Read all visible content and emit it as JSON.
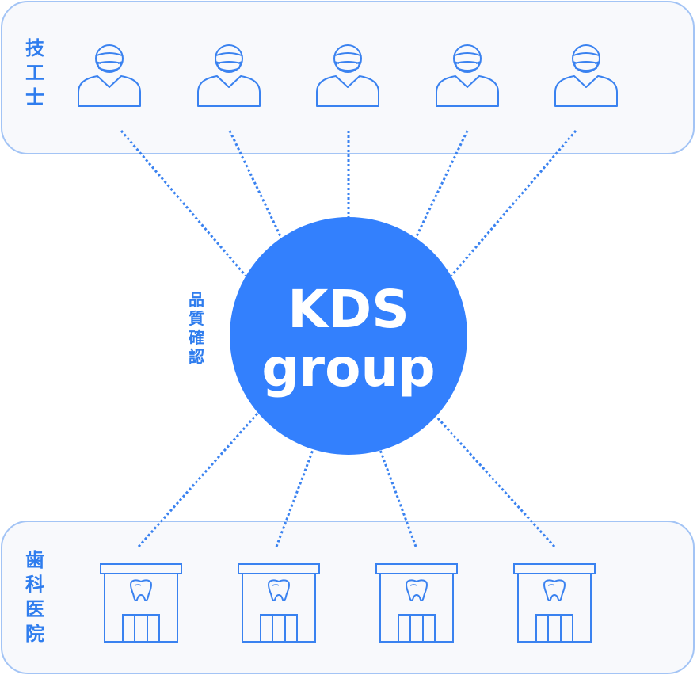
{
  "technicians": {
    "label": [
      "技",
      "工",
      "士"
    ],
    "count": 5,
    "icon": "masked-person-icon"
  },
  "clinics": {
    "label": [
      "歯",
      "科",
      "医",
      "院"
    ],
    "count": 4,
    "icon": "dental-clinic-icon"
  },
  "quality": {
    "label": [
      "品",
      "質",
      "確",
      "認"
    ]
  },
  "hub": {
    "line1": "KDS",
    "line2": "group"
  },
  "colors": {
    "accent": "#3380fd",
    "line": "#3a82f0",
    "panel_border": "#a3c4f5",
    "panel_bg": "#f8f9fc"
  }
}
